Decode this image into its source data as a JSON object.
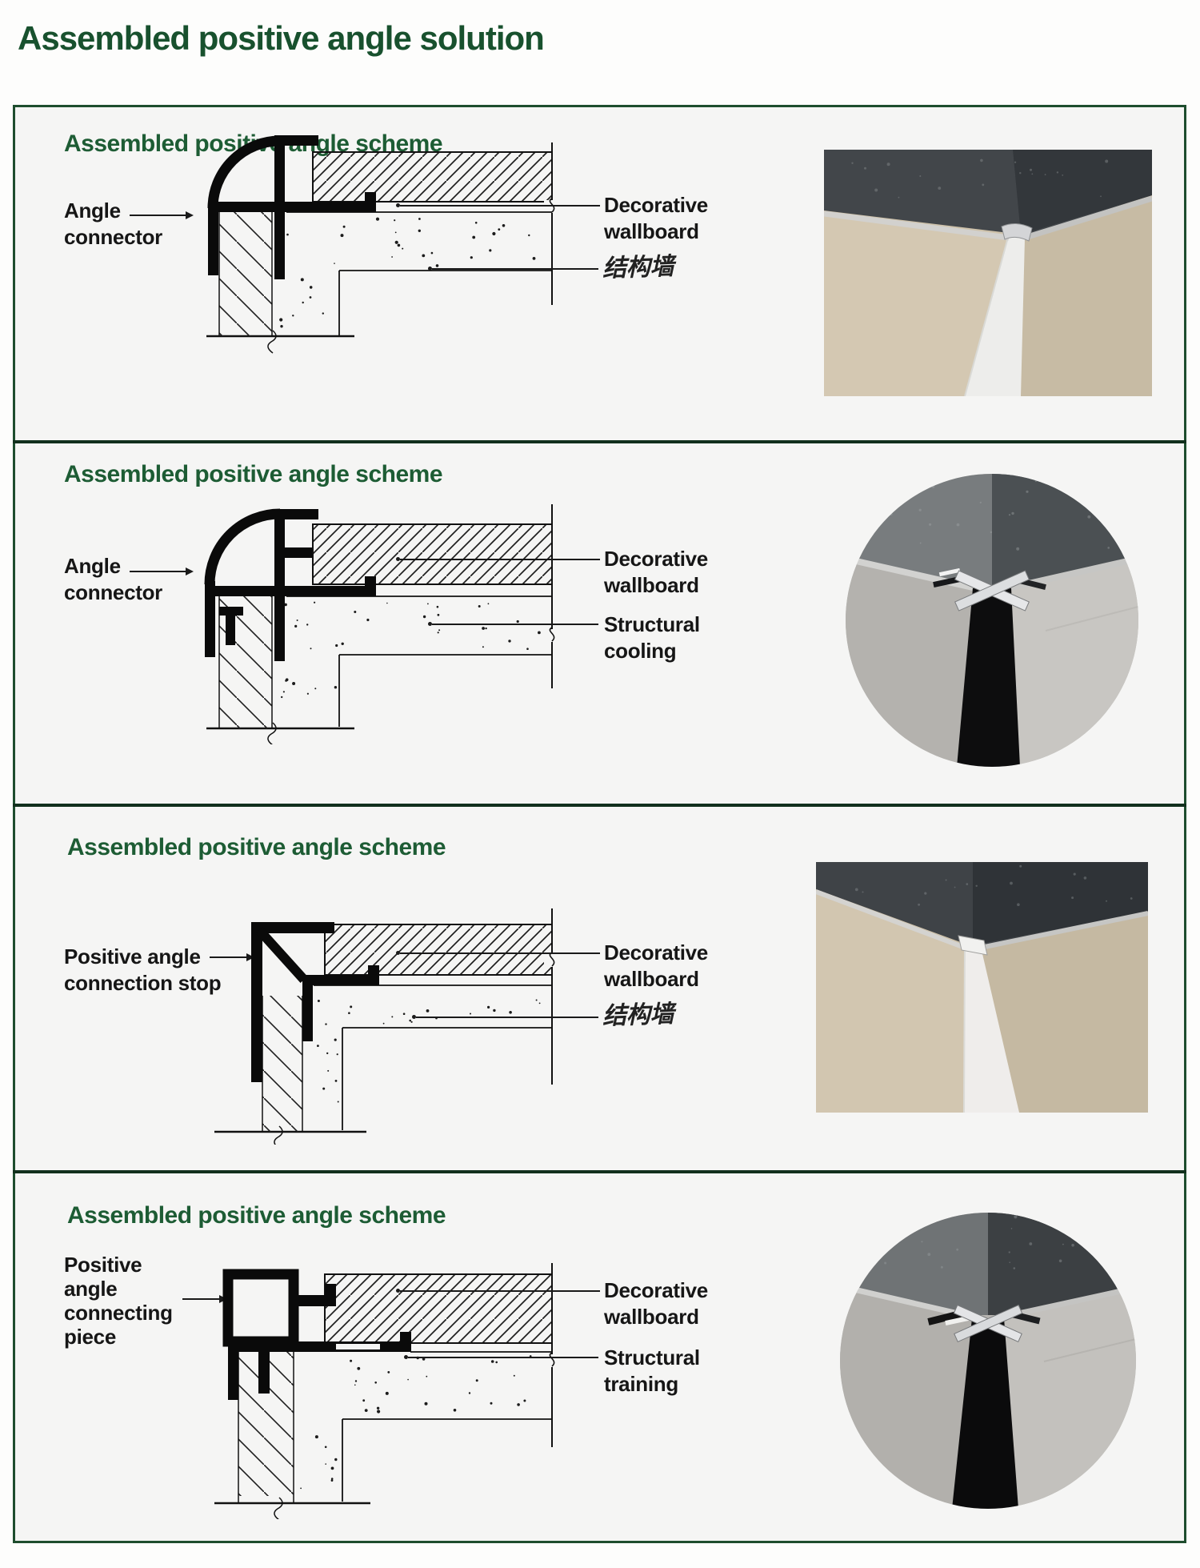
{
  "page_title": "Assembled positive angle solution",
  "colors": {
    "title_green": "#18512e",
    "panel_title_green": "#1d5c34",
    "label_dark": "#161616",
    "border_green": "#1e4d2e",
    "drawing_black": "#0a0a0a",
    "photo_beige_wall": "#d0c4ae",
    "photo_dark_top": "#3c4043",
    "corner_strip_white": "#ededeb",
    "corner_strip_black": "#0d0d0d"
  },
  "panels": [
    {
      "title": "Assembled positive angle scheme",
      "left_label_lines": [
        "Angle",
        "connector"
      ],
      "right_label_1_lines": [
        "Decorative",
        "wallboard"
      ],
      "right_label_2_lines": [
        "结构墙"
      ],
      "photo": {
        "shape": "rectangle"
      }
    },
    {
      "title": "Assembled positive angle scheme",
      "left_label_lines": [
        "Angle",
        "connector"
      ],
      "right_label_1_lines": [
        "Decorative",
        "wallboard"
      ],
      "right_label_2_lines": [
        "Structural",
        "cooling"
      ],
      "photo": {
        "shape": "circle"
      }
    },
    {
      "title": "Assembled positive angle scheme",
      "left_label_lines": [
        "Positive angle",
        "connection stop"
      ],
      "right_label_1_lines": [
        "Decorative",
        "wallboard"
      ],
      "right_label_2_lines": [
        "结构墙"
      ],
      "photo": {
        "shape": "rectangle"
      }
    },
    {
      "title": "Assembled positive angle scheme",
      "left_label_lines": [
        "Positive",
        "angle",
        "connecting",
        "piece"
      ],
      "right_label_1_lines": [
        "Decorative",
        "wallboard"
      ],
      "right_label_2_lines": [
        "Structural",
        "training"
      ],
      "photo": {
        "shape": "circle"
      }
    }
  ]
}
